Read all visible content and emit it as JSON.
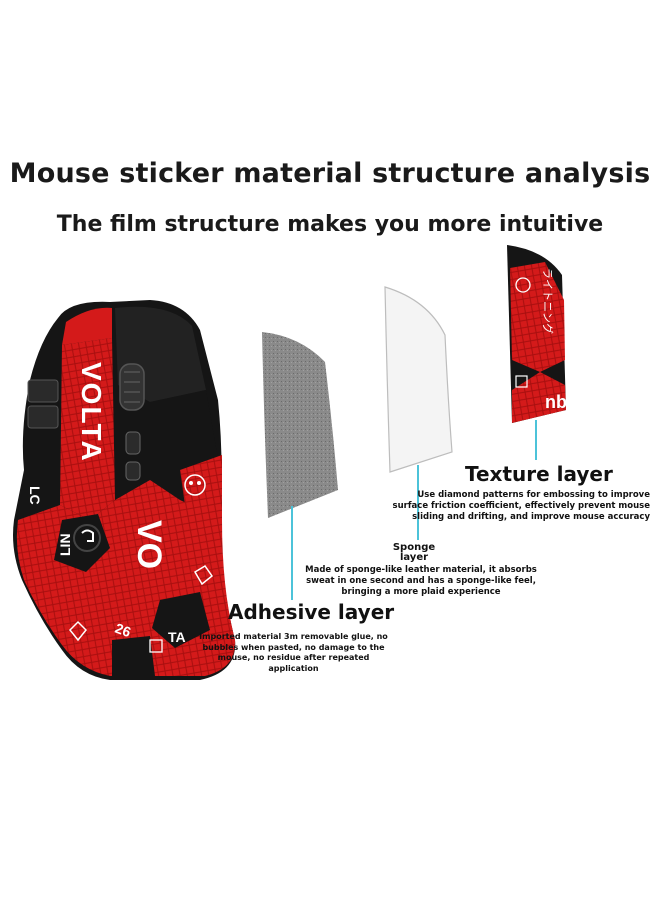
{
  "header": {
    "title": "Mouse sticker material structure analysis",
    "subtitle": "The film structure makes you more intuitive"
  },
  "mouse": {
    "brand_text": "VOLTA",
    "front_text": "VO",
    "number_text": "26",
    "side_text": "TA",
    "left_text": "LC",
    "bottom_text": "LIN"
  },
  "sticker": {
    "logo_text": "nb",
    "katakana_text": "ライトニング"
  },
  "layers": {
    "texture": {
      "title": "Texture layer",
      "description_lines": [
        "Use diamond patterns for embossing to improve",
        "surface friction coefficient, effectively prevent mouse",
        "sliding and drifting, and improve mouse accuracy"
      ]
    },
    "sponge": {
      "title_lines": [
        "Sponge",
        "layer"
      ],
      "description_lines": [
        "Made of sponge-like leather material, it absorbs",
        "sweat in one second and has a sponge-like feel,",
        "bringing a more plaid experience"
      ]
    },
    "adhesive": {
      "title": "Adhesive layer",
      "description_lines": [
        "Imported material 3m removable glue, no",
        "bubbles when pasted, no damage to the",
        "mouse, no residue after repeated application"
      ]
    }
  },
  "colors": {
    "red": "#d41a1a",
    "black": "#151515",
    "pointer_line": "#4cc3d9",
    "gray_film": "#7d7d7d"
  }
}
